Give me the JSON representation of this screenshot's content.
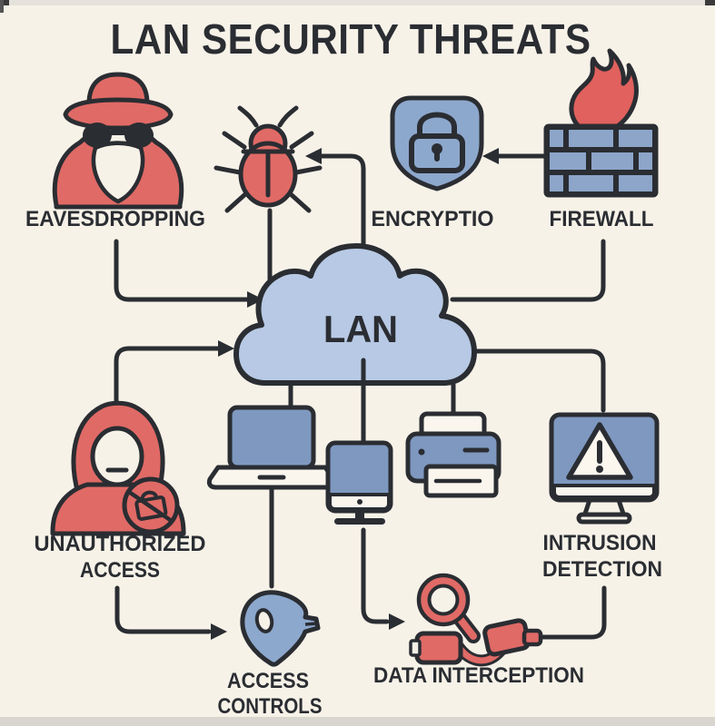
{
  "title": "LAN SECURITY THREATS",
  "cloud": {
    "label": "LAN"
  },
  "nodes": {
    "eavesdropping": {
      "label": "EAVESDROPPING"
    },
    "encryption": {
      "label": "ENCRYPTIO"
    },
    "firewall": {
      "label": "FIREWALL"
    },
    "unauthorized_access": {
      "label_line1": "UNAUTHORIZED",
      "label_line2": "ACCESS"
    },
    "access_controls": {
      "label_line1": "ACCESS",
      "label_line2": "CONTROLS"
    },
    "data_interception": {
      "label": "DATA INTERCEPTION"
    },
    "intrusion_detection": {
      "label_line1": "INTRUSION",
      "label_line2": "DETECTION"
    }
  },
  "edges": [
    {
      "from": "eavesdropping",
      "to": "lan",
      "arrow": true
    },
    {
      "from": "lan",
      "to": "malware-bug",
      "arrow": true
    },
    {
      "from": "malware-bug",
      "to": "lan",
      "arrow": false
    },
    {
      "from": "firewall",
      "to": "encryption",
      "arrow": true
    },
    {
      "from": "firewall",
      "to": "lan",
      "arrow": false
    },
    {
      "from": "unauthorized-access",
      "to": "lan",
      "arrow": true
    },
    {
      "from": "lan",
      "to": "laptop",
      "arrow": false
    },
    {
      "from": "lan",
      "to": "monitor",
      "arrow": false
    },
    {
      "from": "lan",
      "to": "printer",
      "arrow": false
    },
    {
      "from": "lan",
      "to": "intrusion-monitor",
      "arrow": false
    },
    {
      "from": "laptop",
      "to": "access-controls",
      "arrow": false
    },
    {
      "from": "unauthorized-access-label",
      "to": "access-controls",
      "arrow": true
    },
    {
      "from": "monitor",
      "to": "data-interception",
      "arrow": true
    },
    {
      "from": "intrusion-detection-label",
      "to": "data-interception",
      "arrow": false
    }
  ],
  "colors": {
    "background": "#f7f2e8",
    "outline_ink": "#2a2d32",
    "threat_red": "#e06a66",
    "device_blue": "#7e98c0",
    "shield_blue": "#8da8cd",
    "cloud_blue": "#b7c9e4",
    "paper_white": "#faf6ed",
    "top_strip": "#e5e2db",
    "bottom_strip": "#d9d6d0"
  }
}
